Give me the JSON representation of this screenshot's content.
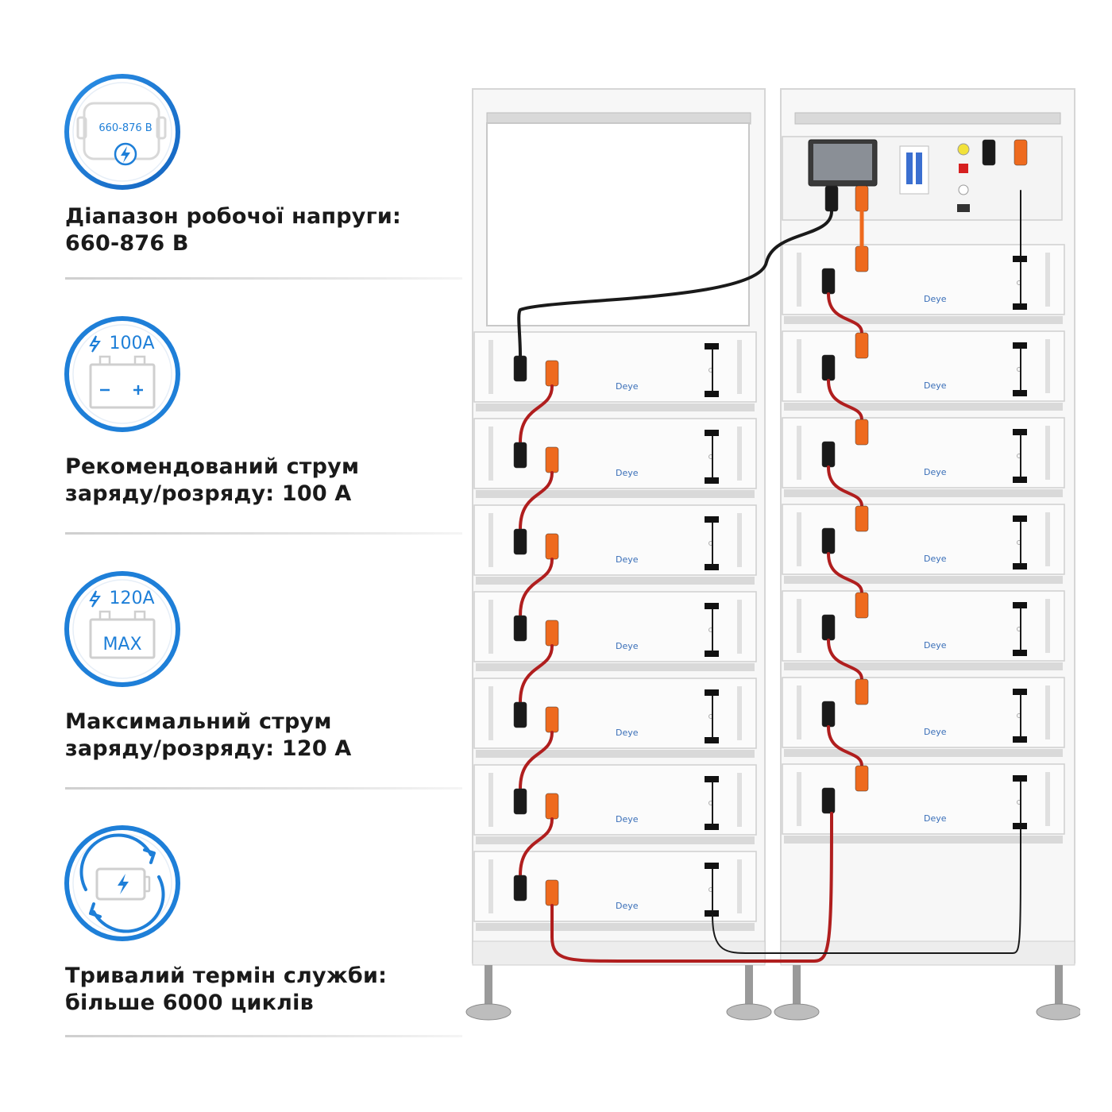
{
  "features": [
    {
      "icon": "voltage-battery-icon",
      "badge_text": "660-876 В",
      "line1": "Діапазон робочої напруги:",
      "line2": "660-876 В"
    },
    {
      "icon": "battery-current-icon",
      "badge_text": "100А",
      "line1": "Рекомендований струм",
      "line2": "заряду/розряду: 100 А"
    },
    {
      "icon": "battery-max-current-icon",
      "badge_text": "120А",
      "badge_sub": "MAX",
      "line1": "Максимальний струм",
      "line2": "заряду/розряду: 120 А"
    },
    {
      "icon": "battery-cycle-icon",
      "line1": "Тривалий термін служби:",
      "line2": "більше 6000 циклів"
    }
  ],
  "rack": {
    "brand": "Deye",
    "modules_per_column": 7,
    "columns": 2,
    "colors": {
      "accent": "#1e7fd8",
      "cable_red": "#b01e1e",
      "cable_black": "#1a1a1a",
      "connector_orange": "#ee6a1e",
      "frame": "#e9e9e9"
    }
  }
}
